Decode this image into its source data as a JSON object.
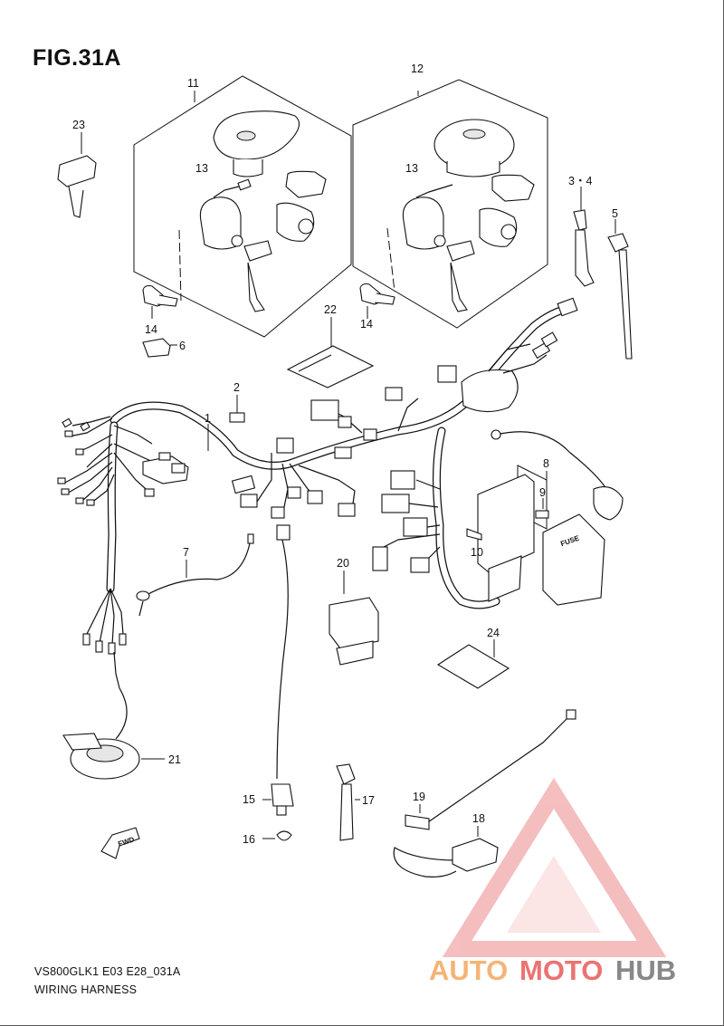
{
  "figure": {
    "title": "FIG.31A"
  },
  "callouts": {
    "c1": "1",
    "c2": "2",
    "c3_4": "3・4",
    "c5": "5",
    "c6": "6",
    "c7": "7",
    "c8": "8",
    "c9": "9",
    "c10": "10",
    "c11": "11",
    "c12": "12",
    "c13a": "13",
    "c13b": "13",
    "c14a": "14",
    "c14b": "14",
    "c15": "15",
    "c16": "16",
    "c17": "17",
    "c18": "18",
    "c19": "19",
    "c20": "20",
    "c21": "21",
    "c22": "22",
    "c23": "23",
    "c24": "24"
  },
  "labels": {
    "fwd": "FWD",
    "fuse": "FUSE"
  },
  "footer": {
    "model_code": "VS800GLK1 E03 E28_031A",
    "section": "WIRING HARNESS"
  },
  "watermark": {
    "part1": "AUTO",
    "part2": "MOTO",
    "part3": "HUB"
  },
  "colors": {
    "line": "#111111",
    "watermark_red": "#e8504f",
    "watermark_orange": "#f2a255",
    "watermark_grey": "#6b6b6b"
  }
}
